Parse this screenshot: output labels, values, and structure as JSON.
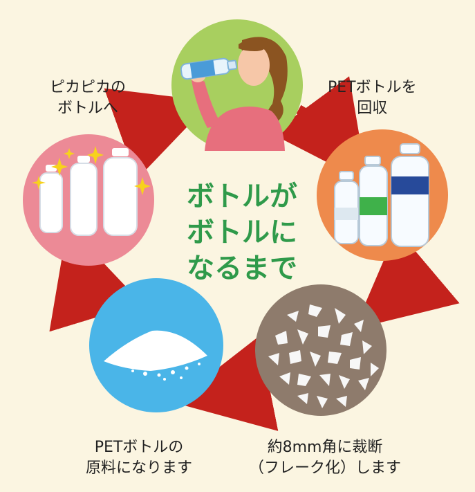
{
  "title": [
    "ボトルが",
    "ボトルに",
    "なるまで"
  ],
  "steps": [
    {
      "id": "drink",
      "label_lines": []
    },
    {
      "id": "collect",
      "label_lines": [
        "PETボトルを",
        "回収"
      ]
    },
    {
      "id": "cut",
      "label_lines": [
        "約8mm角に裁断",
        "（フレーク化）します"
      ]
    },
    {
      "id": "material",
      "label_lines": [
        "PETボトルの",
        "原料になります"
      ]
    },
    {
      "id": "shiny",
      "label_lines": [
        "ピカピカの",
        "ボトルへ"
      ]
    }
  ],
  "colors": {
    "background": "#fbf5e1",
    "title": "#2f9a4a",
    "arrow": "#c4221c",
    "circle_drink": "#a8cf5f",
    "circle_collect": "#ee8a4c",
    "circle_cut": "#8e7b6c",
    "circle_material": "#4ab5e8",
    "circle_shiny": "#ec8a96"
  }
}
